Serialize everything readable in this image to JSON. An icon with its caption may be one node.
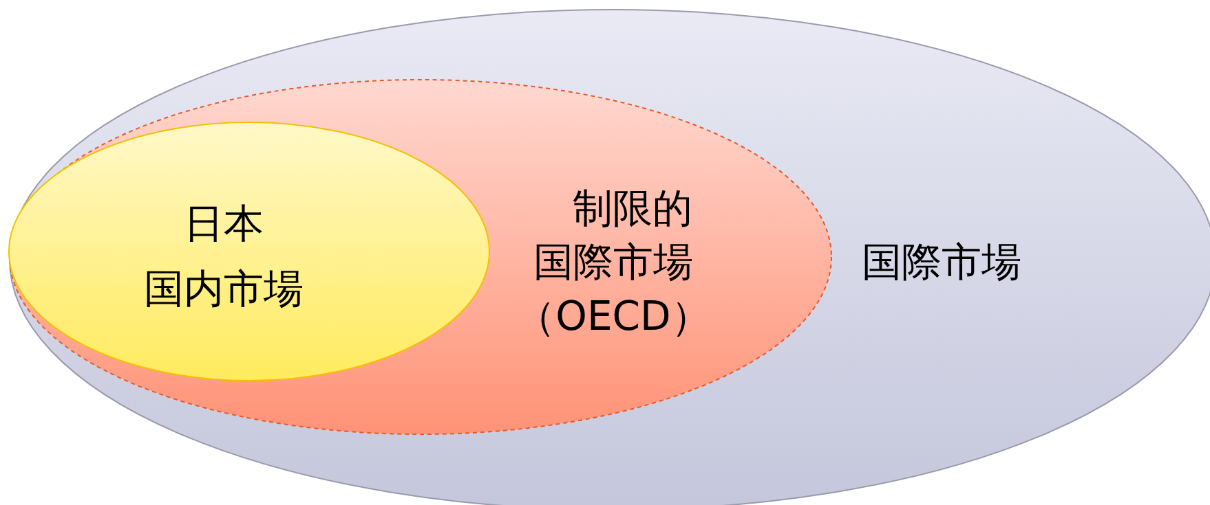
{
  "diagram": {
    "nodes": [
      {
        "text": [
          "国際市場"
        ]
      },
      {
        "text": [
          "制限的",
          "国際市場",
          "（OECD）"
        ],
        "in": 0
      },
      {
        "text": [
          "日本",
          "国内市場"
        ],
        "in": 1
      }
    ]
  }
}
